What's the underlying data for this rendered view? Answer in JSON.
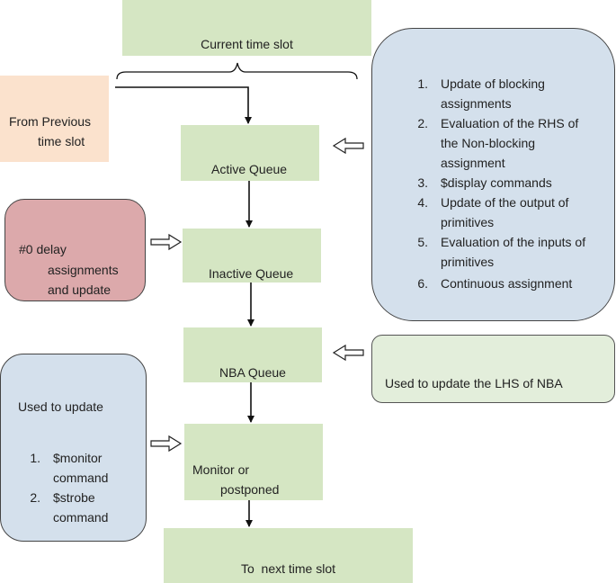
{
  "current_slot": "Current time slot",
  "from_previous": [
    "From Previous",
    "time slot"
  ],
  "queues": {
    "active": "Active Queue",
    "inactive": "Inactive Queue",
    "nba": "NBA Queue",
    "monitor": [
      "Monitor or",
      "postponed"
    ],
    "next": "To  next time slot"
  },
  "delay_box": [
    "#0 delay",
    "assignments",
    "and update"
  ],
  "active_list": [
    {
      "num": "1.",
      "lines": [
        "Update of blocking",
        "assignments"
      ]
    },
    {
      "num": "2.",
      "lines": [
        "Evaluation of the RHS of",
        "the Non-blocking",
        "assignment"
      ]
    },
    {
      "num": "3.",
      "lines": [
        "$display commands"
      ]
    },
    {
      "num": "4.",
      "lines": [
        "Update of the output of",
        "primitives"
      ]
    },
    {
      "num": "5.",
      "lines": [
        "Evaluation of the inputs of",
        "primitives"
      ]
    },
    {
      "num": "6.",
      "lines": [
        "Continuous assignment"
      ]
    }
  ],
  "nba_note": "Used to update the LHS of NBA",
  "monitor_note": {
    "title": "Used to update",
    "items": [
      {
        "num": "1.",
        "lines": [
          "$monitor",
          "command"
        ]
      },
      {
        "num": "2.",
        "lines": [
          "$strobe",
          "command"
        ]
      }
    ]
  }
}
